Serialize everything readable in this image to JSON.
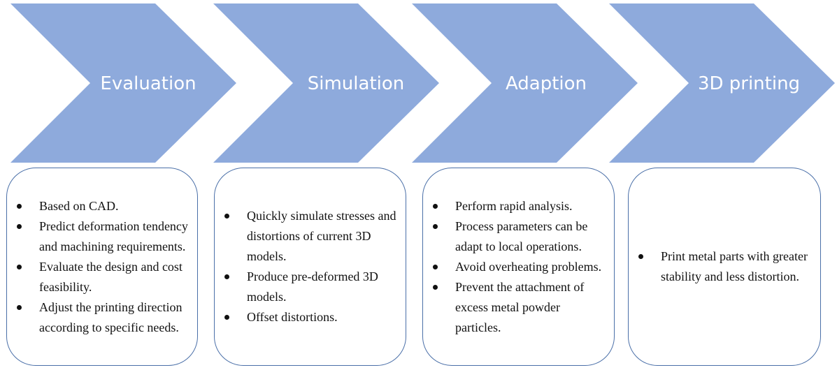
{
  "colors": {
    "chevron_fill": "#8eaadc",
    "box_border": "#4a6fa8",
    "title_text": "#ffffff"
  },
  "steps": [
    {
      "title": "Evaluation",
      "bullets": [
        "Based on CAD.",
        "Predict deformation tendency and machining requirements.",
        "Evaluate the design and cost feasibility.",
        "Adjust the printing direction according to specific needs."
      ]
    },
    {
      "title": "Simulation",
      "bullets": [
        "Quickly simulate stresses and distortions of current 3D models.",
        "Produce pre-deformed 3D models.",
        "Offset distortions."
      ]
    },
    {
      "title": "Adaption",
      "bullets": [
        "Perform rapid analysis.",
        "Process parameters can be adapt to local operations.",
        "Avoid overheating problems.",
        "Prevent the attachment of excess metal powder particles."
      ]
    },
    {
      "title": "3D printing",
      "bullets": [
        "Print metal parts with greater stability and less distortion."
      ]
    }
  ]
}
